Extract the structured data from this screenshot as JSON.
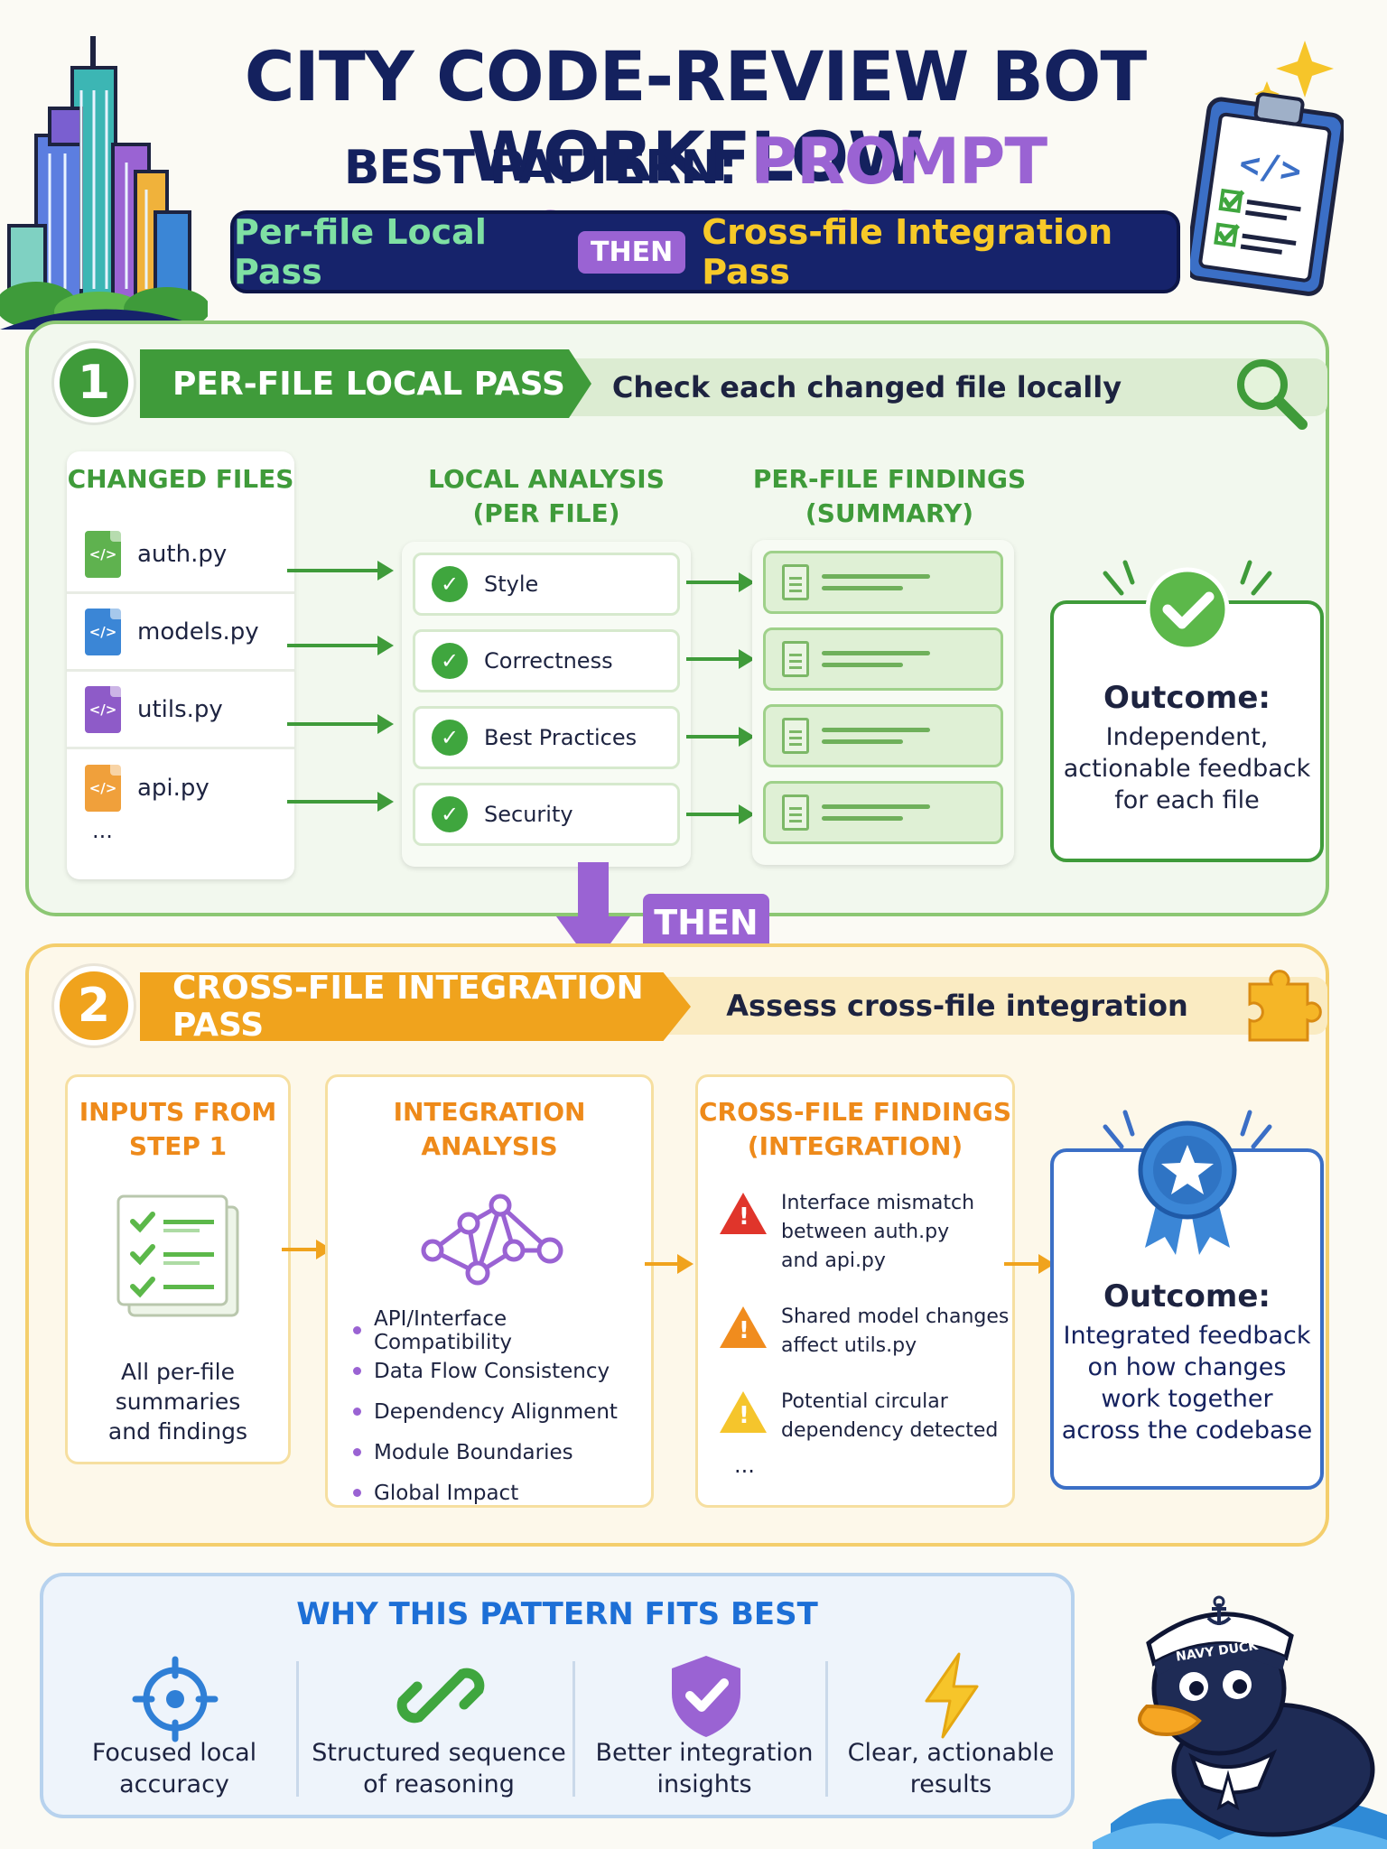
{
  "header": {
    "title": "CITY CODE-REVIEW BOT WORKFLOW",
    "subtitle_lead": "BEST PATTERN:",
    "subtitle_highlight": "PROMPT CHAINING",
    "banner_left": "Per-file Local Pass",
    "banner_then": "THEN",
    "banner_right": "Cross-file Integration Pass"
  },
  "step1": {
    "number": "1",
    "title": "PER-FILE LOCAL PASS",
    "description": "Check each changed file locally",
    "col_files": "CHANGED FILES",
    "col_analysis": [
      "LOCAL ANALYSIS",
      "(PER FILE)"
    ],
    "col_findings": [
      "PER-FILE FINDINGS",
      "(SUMMARY)"
    ],
    "files": [
      "auth.py",
      "models.py",
      "utils.py",
      "api.py"
    ],
    "files_more": "...",
    "file_icon_glyph": "</>",
    "checks": [
      "Style",
      "Correctness",
      "Best Practices",
      "Security"
    ],
    "outcome_title": "Outcome:",
    "outcome_text": [
      "Independent,",
      "actionable feedback",
      "for each file"
    ],
    "colors": {
      "accent": "#3f9b3a",
      "frame": "#8cc773",
      "files": [
        "#5fb24f",
        "#3b86d6",
        "#8e5bc8",
        "#f0a03b"
      ]
    }
  },
  "then_label": "THEN",
  "step2": {
    "number": "2",
    "title": "CROSS-FILE INTEGRATION PASS",
    "description": "Assess cross-file integration",
    "col_inputs": [
      "INPUTS FROM",
      "STEP 1"
    ],
    "col_analysis": "INTEGRATION ANALYSIS",
    "col_findings": [
      "CROSS-FILE FINDINGS",
      "(INTEGRATION)"
    ],
    "inputs_text": [
      "All per-file",
      "summaries",
      "and findings"
    ],
    "analysis_items": [
      "API/Interface Compatibility",
      "Data Flow Consistency",
      "Dependency Alignment",
      "Module Boundaries",
      "Global Impact"
    ],
    "findings": [
      {
        "lines": [
          "Interface mismatch",
          "between auth.py",
          "and api.py"
        ],
        "severity": "error",
        "color": "#e0352b"
      },
      {
        "lines": [
          "Shared model changes",
          "affect utils.py"
        ],
        "severity": "warning",
        "color": "#f08c1e"
      },
      {
        "lines": [
          "Potential circular",
          "dependency detected"
        ],
        "severity": "caution",
        "color": "#f5c52c"
      }
    ],
    "findings_more": "...",
    "outcome_title": "Outcome:",
    "outcome_text": [
      "Integrated feedback",
      "on how changes",
      "work together",
      "across the codebase"
    ],
    "colors": {
      "accent": "#f0a31d",
      "frame": "#f4ce6c",
      "heading": "#ee8a1a"
    }
  },
  "why": {
    "title": "WHY THIS PATTERN FITS BEST",
    "items": [
      {
        "icon": "target-icon",
        "lines": [
          "Focused local",
          "accuracy"
        ]
      },
      {
        "icon": "chain-link-icon",
        "lines": [
          "Structured sequence",
          "of reasoning"
        ]
      },
      {
        "icon": "shield-check-icon",
        "lines": [
          "Better integration",
          "insights"
        ]
      },
      {
        "icon": "lightning-icon",
        "lines": [
          "Clear, actionable",
          "results"
        ]
      }
    ]
  },
  "mascot": {
    "hat_text": "NAVY DUCK"
  }
}
